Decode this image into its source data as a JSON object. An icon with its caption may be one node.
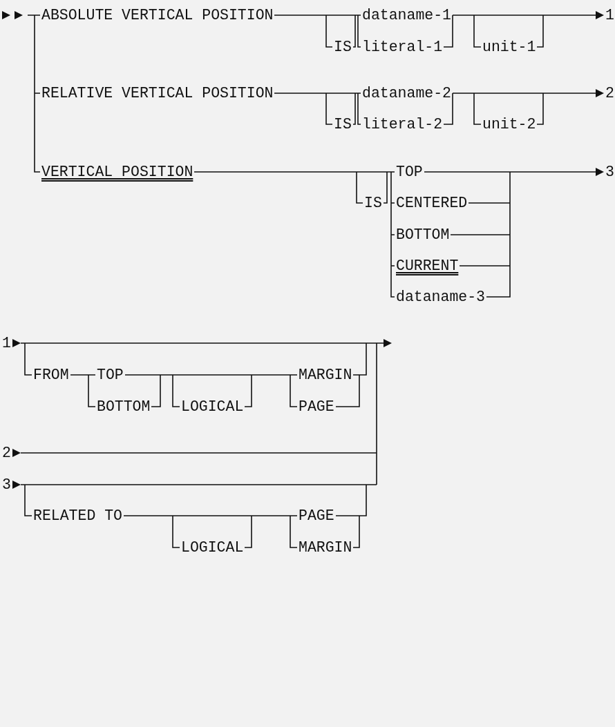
{
  "diagram": {
    "labels": [
      "ABSOLUTE VERTICAL POSITION",
      "dataname-1",
      "1",
      "IS",
      "literal-1",
      "unit-1",
      "RELATIVE VERTICAL POSITION",
      "dataname-2",
      "2",
      "IS",
      "literal-2",
      "unit-2",
      "VERTICAL POSITION",
      "TOP",
      "3",
      "IS",
      "CENTERED",
      "BOTTOM",
      "CURRENT",
      "dataname-3",
      "1",
      "FROM",
      "TOP",
      "MARGIN",
      "BOTTOM",
      "LOGICAL",
      "PAGE",
      "2",
      "3",
      "RELATED TO",
      "PAGE",
      "LOGICAL",
      "MARGIN"
    ]
  }
}
